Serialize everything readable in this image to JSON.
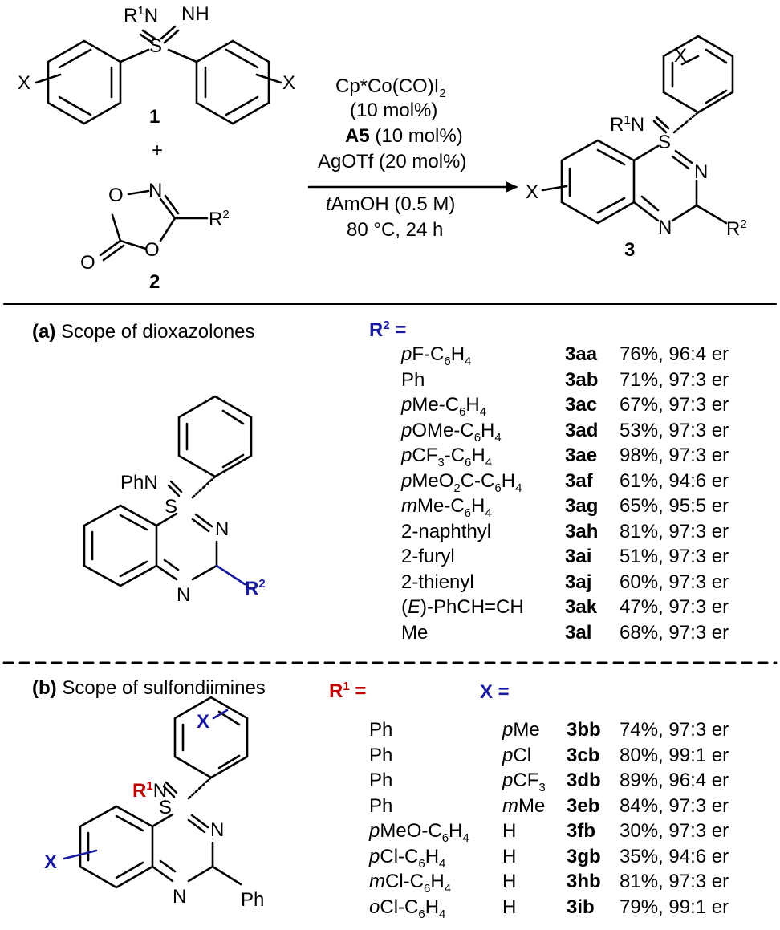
{
  "colors": {
    "r2": "#1a1aa0",
    "x": "#1a1aa0",
    "r1": "#c00000"
  },
  "conditions": {
    "catalyst": "Cp*Co(CO)I2",
    "catalyst_loading": "(10 mol%)",
    "ligand": "A5",
    "ligand_loading": "(10 mol%)",
    "additive": "AgOTf (20 mol%)",
    "solvent_prefix": "t",
    "solvent": "AmOH (0.5 M)",
    "temp_time": "80 °C, 24 h"
  },
  "compounds": {
    "c1": "1",
    "c2": "2",
    "c3": "3",
    "plus": "+"
  },
  "atoms": {
    "R1": "R",
    "sup1": "1",
    "N": "N",
    "NH": "NH",
    "S": "S",
    "X": "X",
    "O": "O",
    "R2": "R",
    "sup2": "2",
    "PhN": "PhN",
    "Ph": "Ph"
  },
  "section_a": {
    "tag": "(a)",
    "title": "Scope of dioxazolones",
    "header": "R",
    "header_sup": "2",
    "header_eq": " =",
    "rows": [
      {
        "pre": "p",
        "sub": "F-C",
        "s6": "6",
        "tail": "H",
        "s4": "4",
        "id": "3aa",
        "result": "76%, 96:4 er"
      },
      {
        "pre": "",
        "sub": "Ph",
        "s6": "",
        "tail": "",
        "s4": "",
        "id": "3ab",
        "result": "71%, 97:3 er"
      },
      {
        "pre": "p",
        "sub": "Me-C",
        "s6": "6",
        "tail": "H",
        "s4": "4",
        "id": "3ac",
        "result": "67%, 97:3 er"
      },
      {
        "pre": "p",
        "sub": "OMe-C",
        "s6": "6",
        "tail": "H",
        "s4": "4",
        "id": "3ad",
        "result": "53%, 97:3 er"
      },
      {
        "pre": "p",
        "sub": "CF",
        "s6": "3",
        "tail": "-C6H4",
        "s4": "",
        "id": "3ae",
        "result": "98%, 97:3 er"
      },
      {
        "pre": "p",
        "sub": "MeO",
        "s6": "2",
        "tail": "C-C6H4",
        "s4": "",
        "id": "3af",
        "result": "61%, 94:6 er"
      },
      {
        "pre": "m",
        "sub": "Me-C",
        "s6": "6",
        "tail": "H",
        "s4": "4",
        "id": "3ag",
        "result": "65%, 95:5 er"
      },
      {
        "pre": "",
        "sub": "2-naphthyl",
        "s6": "",
        "tail": "",
        "s4": "",
        "id": "3ah",
        "result": "81%, 97:3 er"
      },
      {
        "pre": "",
        "sub": "2-furyl",
        "s6": "",
        "tail": "",
        "s4": "",
        "id": "3ai",
        "result": "51%, 97:3 er"
      },
      {
        "pre": "",
        "sub": "2-thienyl",
        "s6": "",
        "tail": "",
        "s4": "",
        "id": "3aj",
        "result": "60%, 97:3 er"
      },
      {
        "pre": "(",
        "sub": "E",
        "s6": "",
        "tail": ")-PhCH=CH",
        "s4": "",
        "id": "3ak",
        "result": "47%, 97:3 er"
      },
      {
        "pre": "",
        "sub": "Me",
        "s6": "",
        "tail": "",
        "s4": "",
        "id": "3al",
        "result": "68%, 97:3 er"
      }
    ]
  },
  "section_b": {
    "tag": "(b)",
    "title": "Scope of sulfondiimines",
    "header_r1": "R",
    "header_r1_sup": "1",
    "header_r1_eq": " =",
    "header_x": "X =",
    "rows": [
      {
        "r1": "Ph",
        "x": "pMe",
        "id": "3bb",
        "result": "74%, 97:3 er"
      },
      {
        "r1": "Ph",
        "x": "pCl",
        "id": "3cb",
        "result": "80%, 99:1 er"
      },
      {
        "r1": "Ph",
        "x": "pCF3",
        "id": "3db",
        "result": "89%, 96:4 er"
      },
      {
        "r1": "Ph",
        "x": "mMe",
        "id": "3eb",
        "result": "84%, 97:3 er"
      },
      {
        "r1": "pMeO-C6H4",
        "x": "H",
        "id": "3fb",
        "result": "30%, 97:3 er"
      },
      {
        "r1": "pCl-C6H4",
        "x": "H",
        "id": "3gb",
        "result": "35%, 94:6 er"
      },
      {
        "r1": "mCl-C6H4",
        "x": "H",
        "id": "3hb",
        "result": "81%, 97:3 er"
      },
      {
        "r1": "oCl-C6H4",
        "x": "H",
        "id": "3ib",
        "result": "79%, 99:1 er"
      }
    ]
  }
}
